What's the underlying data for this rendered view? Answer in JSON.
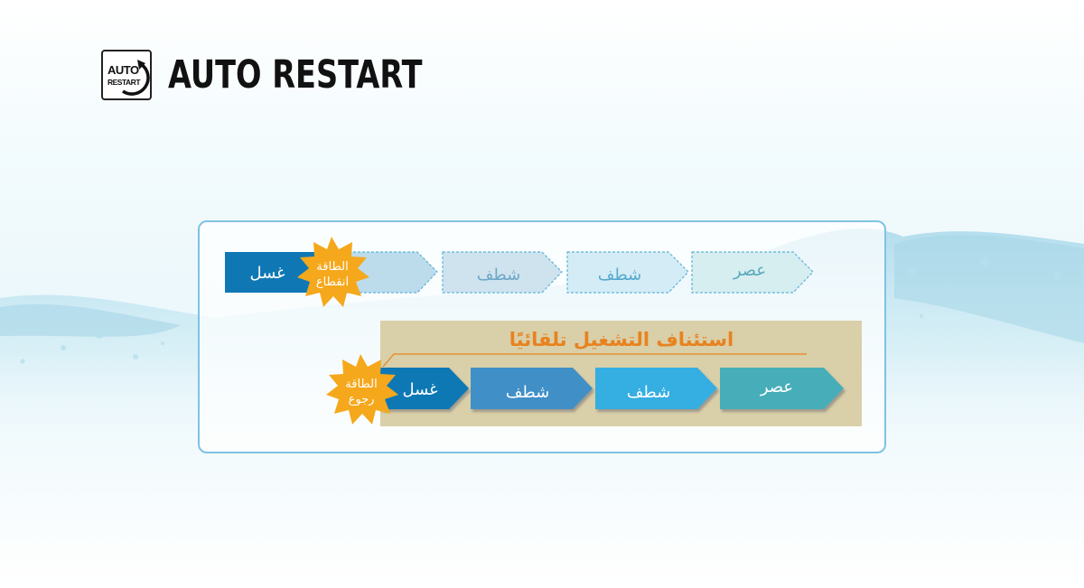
{
  "header": {
    "logo_line1": "AUTO",
    "logo_line2": "RESTART",
    "title": "AUTO RESTART"
  },
  "row1": {
    "steps": [
      "غسل",
      "",
      "شطف",
      "شطف",
      "عصر"
    ],
    "burst_line1": "الطاقة",
    "burst_line2": "انقطاع"
  },
  "row2": {
    "banner": "استئناف التشغيل تلقائيًا",
    "steps": [
      "غسل",
      "شطف",
      "شطف",
      "عصر"
    ],
    "burst_line1": "الطاقة",
    "burst_line2": "رجوع"
  },
  "colors": {
    "wash": "#0f78b4",
    "rinse1": "#3f8fc7",
    "rinse2": "#35aee2",
    "spin": "#46aeb9",
    "banner_bg": "#d9cfa8",
    "banner_text": "#e8821e",
    "burst": "#f5a81c"
  }
}
